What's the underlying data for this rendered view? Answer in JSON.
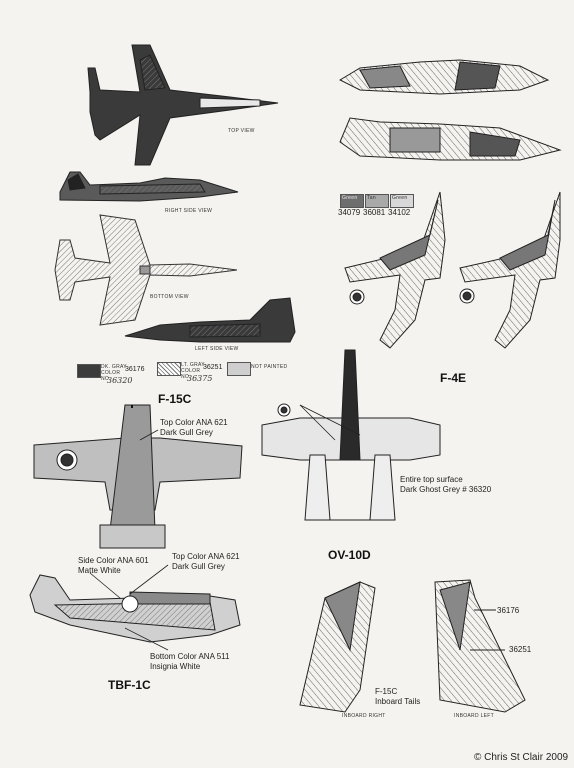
{
  "f15c": {
    "top_view": "TOP VIEW",
    "right_side_view": "RIGHT SIDE VIEW",
    "bottom_view": "BOTTOM VIEW",
    "left_side_view": "LEFT SIDE VIEW",
    "title": "F-15C",
    "legend": [
      {
        "label": "DK. GRAY COLOR NO",
        "number": "36176",
        "handwritten": "36320"
      },
      {
        "label": "LT. GRAY COLOR NO",
        "number": "36251",
        "handwritten": "36375"
      },
      {
        "label": "NOT PAINTED"
      }
    ],
    "tails_label": "F-15C\nInboard Tails",
    "tail_numbers": [
      "36176",
      "36251"
    ],
    "inboard_right": "INBOARD RIGHT",
    "inboard_left": "INBOARD LEFT"
  },
  "f4e": {
    "title": "F-4E",
    "swatches": [
      {
        "name": "Green",
        "number": "34079",
        "color": "#6e6e6e"
      },
      {
        "name": "Tan",
        "number": "36081",
        "color": "#a9a9a9"
      },
      {
        "name": "Green",
        "number": "34102",
        "color": "#d8d8d8"
      }
    ]
  },
  "tbf1c": {
    "title": "TBF-1C",
    "top_color": "Top Color ANA 621\nDark Gull Grey",
    "side_color": "Side Color ANA 601\nMatte White",
    "top_color_side": "Top Color ANA 621\nDark Gull Grey",
    "bottom_color": "Bottom Color ANA 511\nInsignia White"
  },
  "ov10d": {
    "title": "OV-10D",
    "surface_note": "Entire top surface\nDark Ghost Grey # 36320"
  },
  "copyright": "© Chris St Clair 2009"
}
